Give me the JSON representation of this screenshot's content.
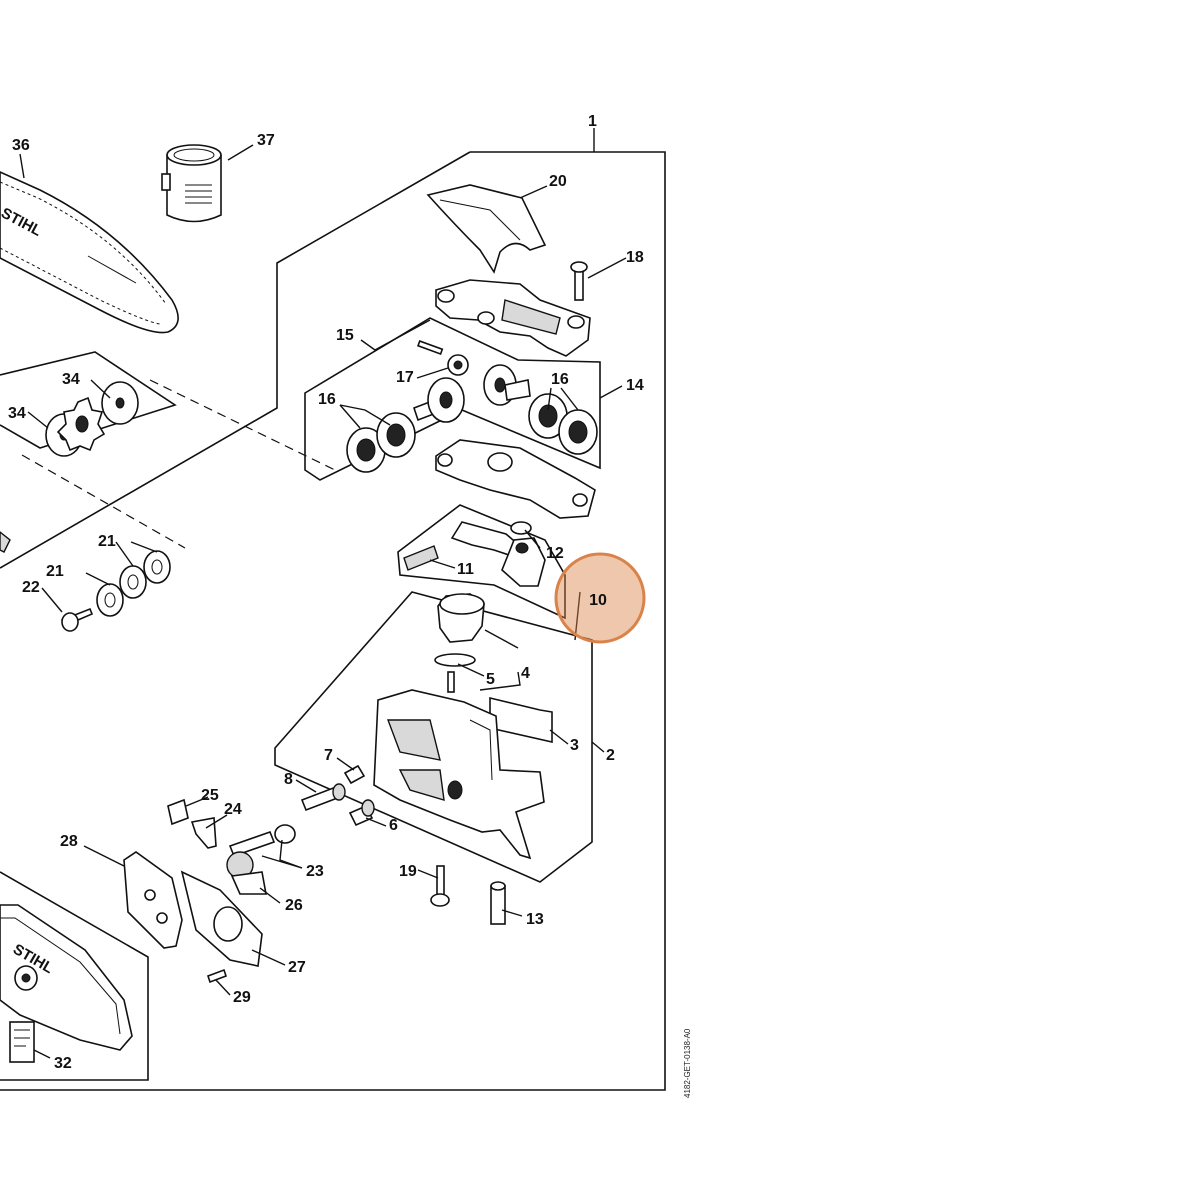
{
  "diagram": {
    "drawing_code": "4182-GET-0138-A0",
    "highlight_color": "#d9834a",
    "highlight_label": "10",
    "brand_text": "STIHL",
    "bar_brand_text": "STIHL",
    "labels": [
      {
        "id": "1",
        "text": "1"
      },
      {
        "id": "2",
        "text": "2"
      },
      {
        "id": "3",
        "text": "3"
      },
      {
        "id": "4",
        "text": "4"
      },
      {
        "id": "5",
        "text": "5"
      },
      {
        "id": "6",
        "text": "6"
      },
      {
        "id": "7",
        "text": "7"
      },
      {
        "id": "8",
        "text": "8"
      },
      {
        "id": "11",
        "text": "11"
      },
      {
        "id": "12",
        "text": "12"
      },
      {
        "id": "13",
        "text": "13"
      },
      {
        "id": "14",
        "text": "14"
      },
      {
        "id": "15",
        "text": "15"
      },
      {
        "id": "16a",
        "text": "16"
      },
      {
        "id": "16b",
        "text": "16"
      },
      {
        "id": "17",
        "text": "17"
      },
      {
        "id": "18",
        "text": "18"
      },
      {
        "id": "19",
        "text": "19"
      },
      {
        "id": "20",
        "text": "20"
      },
      {
        "id": "21a",
        "text": "21"
      },
      {
        "id": "21b",
        "text": "21"
      },
      {
        "id": "22",
        "text": "22"
      },
      {
        "id": "23",
        "text": "23"
      },
      {
        "id": "24",
        "text": "24"
      },
      {
        "id": "25",
        "text": "25"
      },
      {
        "id": "26",
        "text": "26"
      },
      {
        "id": "27",
        "text": "27"
      },
      {
        "id": "28",
        "text": "28"
      },
      {
        "id": "29",
        "text": "29"
      },
      {
        "id": "32",
        "text": "32"
      },
      {
        "id": "34a",
        "text": "34"
      },
      {
        "id": "34b",
        "text": "34"
      },
      {
        "id": "36",
        "text": "36"
      },
      {
        "id": "37",
        "text": "37"
      }
    ]
  }
}
